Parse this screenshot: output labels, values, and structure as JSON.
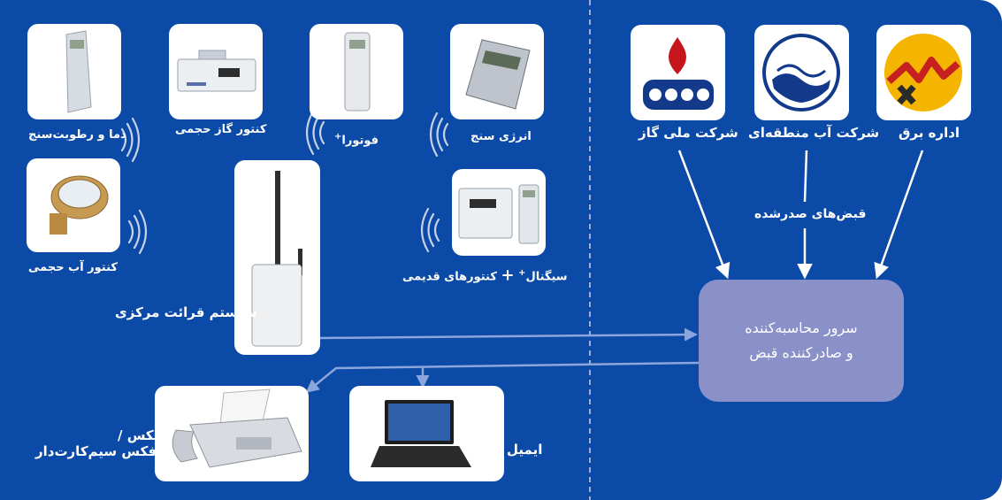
{
  "colors": {
    "panel": "#0b4aa6",
    "server": "#8a90c8",
    "arrow_white": "#ffffff",
    "arrow_blue": "#8aa6dc",
    "divider": "#9fb0d0"
  },
  "devices": {
    "temp_humidity": "دما و رطوبت‌سنج",
    "gas_meter": "کنتور گاز حجمی",
    "fotora": "فوتورا",
    "fotora_sup": "+",
    "energy_meter": "انرژی سنج",
    "water_meter": "کنتور آب حجمی",
    "central_system": "سیستم قرائت مرکزی",
    "signal_legacy_a": "کنتورهای قدیمی",
    "signal_legacy_plus": "+",
    "signal_legacy_b": "سیگنال",
    "signal_sup": "+"
  },
  "utilities": {
    "gas_company": "شرکت ملی گاز",
    "water_company": "شرکت آب منطقه‌ای",
    "power_company": "اداره برق",
    "bills_issued": "قبض‌های صدرشده"
  },
  "server": {
    "line1": "سرور محاسبه‌کننده",
    "line2": "و صادرکننده قبض"
  },
  "outputs": {
    "fax_line1": "فکس /",
    "fax_line2": "فکس سیم‌کارت‌دار",
    "email": "ایمیل"
  }
}
